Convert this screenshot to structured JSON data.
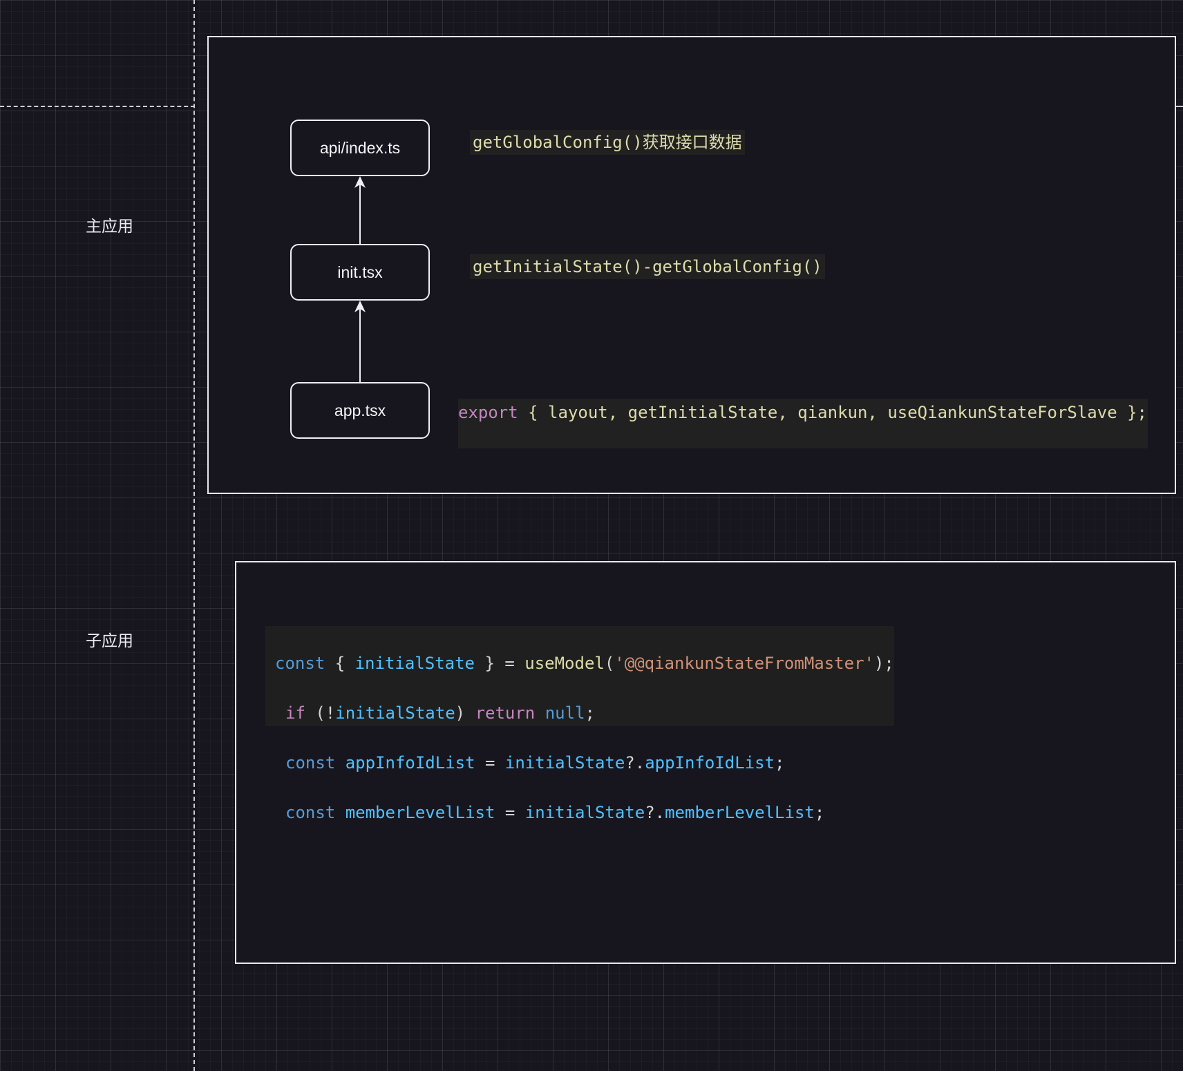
{
  "lanes": {
    "main_app": "主应用",
    "sub_app": "子应用"
  },
  "nodes": {
    "api_index": "api/index.ts",
    "init": "init.tsx",
    "app": "app.tsx"
  },
  "notes": {
    "get_global_config": "getGlobalConfig()获取接口数据",
    "get_initial_state": "getInitialState()-getGlobalConfig()"
  },
  "export_line": {
    "keyword": "export",
    "body": " { layout, getInitialState, qiankun, useQiankunStateForSlave };"
  },
  "sub_code": {
    "l1_const": "const",
    "l1_open": " { ",
    "l1_var": "initialState",
    "l1_close": " } = ",
    "l1_fn": "useModel",
    "l1_paren_open": "(",
    "l1_str": "'@@qiankunStateFromMaster'",
    "l1_end": ");",
    "l2_if": "if",
    "l2_open": " (!",
    "l2_var": "initialState",
    "l2_close": ") ",
    "l2_return": "return",
    "l2_sp": " ",
    "l2_null": "null",
    "l2_end": ";",
    "l3_const": "const",
    "l3_var": "appInfoIdList",
    "l3_eq": " = ",
    "l3_src": "initialState",
    "l3_opt": "?.",
    "l3_prop": "appInfoIdList",
    "l3_end": ";",
    "l4_const": "const",
    "l4_var": "memberLevelList",
    "l4_eq": " = ",
    "l4_src": "initialState",
    "l4_opt": "?.",
    "l4_prop": "memberLevelList",
    "l4_end": ";"
  },
  "colors": {
    "background": "#17161f",
    "keyword": "#569cd6",
    "control_keyword": "#c586c0",
    "function": "#dcdcaa",
    "variable": "#4fc1ff",
    "property": "#9cdcfe",
    "string": "#ce9178"
  }
}
